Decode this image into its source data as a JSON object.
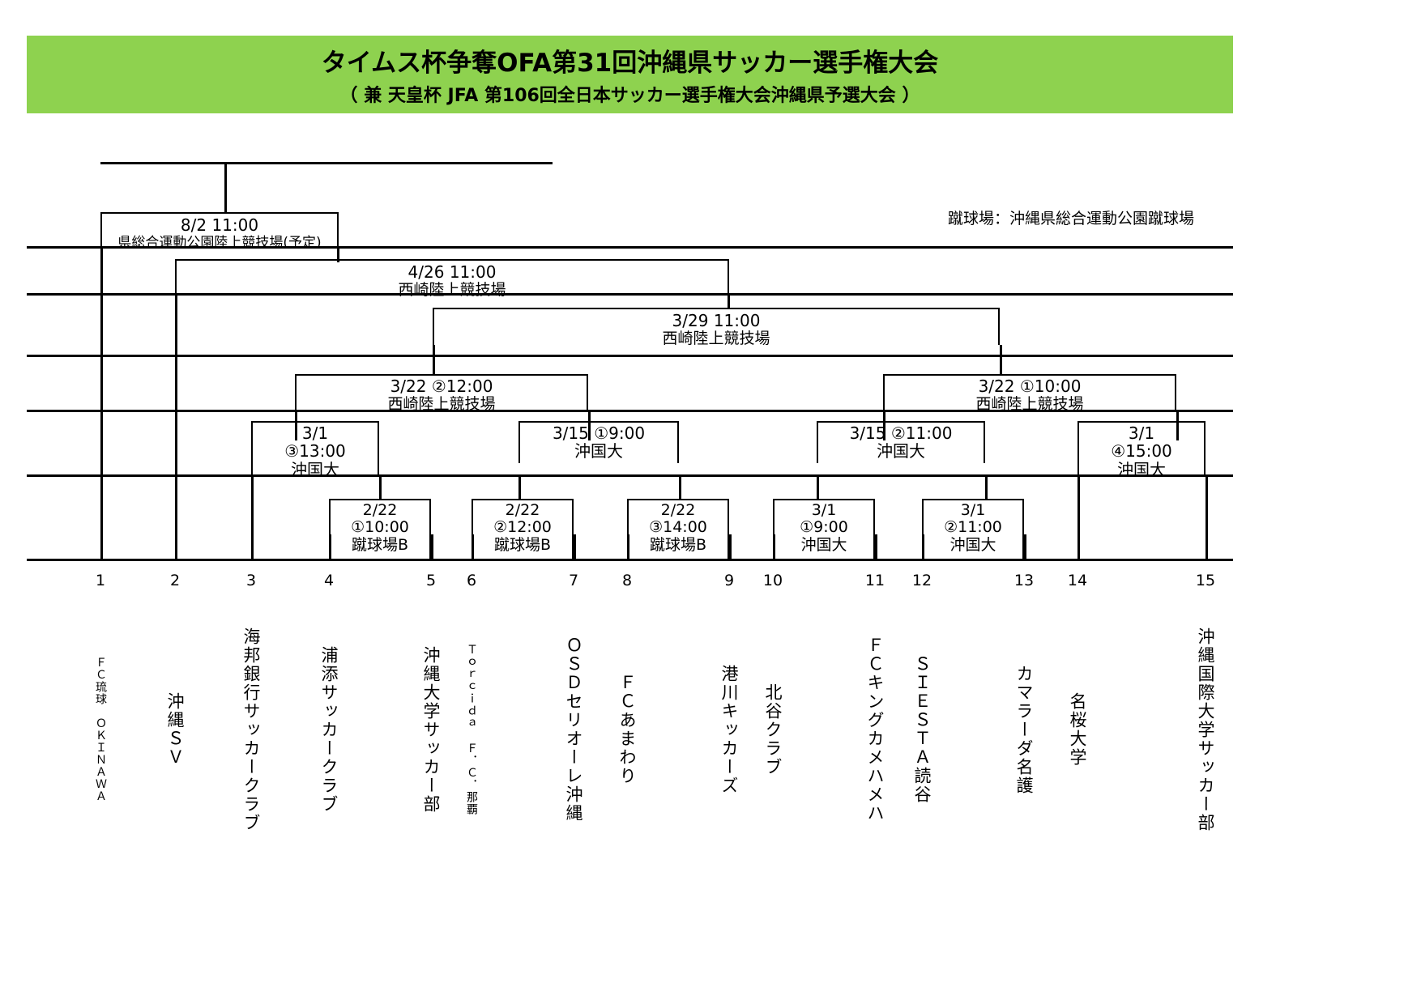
{
  "header": {
    "title": "タイムス杯争奪OFA第31回沖縄県サッカー選手権大会",
    "subtitle": "（ 兼 天皇杯 JFA 第106回全日本サッカー選手権大会沖縄県予選大会 ）",
    "banner_color": "#8ed24f"
  },
  "venue_note": "蹴球場：沖縄県総合運動公園蹴球場",
  "bracket": {
    "final": {
      "date": "8/2  11:00",
      "venue": "県総合運動公園陸上競技場(予定)"
    },
    "semifinal": {
      "date": "4/26  11:00",
      "venue": "西崎陸上競技場"
    },
    "quarter_upper": {
      "date": "3/29  11:00",
      "venue": "西崎陸上競技場"
    },
    "round16": [
      {
        "date": "3/22 ②12:00",
        "venue": "西崎陸上競技場"
      },
      {
        "date": "3/22 ①10:00",
        "venue": "西崎陸上競技場"
      }
    ],
    "round32": [
      {
        "line1": "3/1",
        "line2": "③13:00",
        "line3": "沖国大"
      },
      {
        "line1": "3/15 ①9:00",
        "line2": "沖国大",
        "line3": ""
      },
      {
        "line1": "3/15 ②11:00",
        "line2": "沖国大",
        "line3": ""
      },
      {
        "line1": "3/1",
        "line2": "④15:00",
        "line3": "沖国大"
      }
    ],
    "first_round": [
      {
        "line1": "2/22",
        "line2": "①10:00",
        "line3": "蹴球場B"
      },
      {
        "line1": "2/22",
        "line2": "②12:00",
        "line3": "蹴球場B"
      },
      {
        "line1": "2/22",
        "line2": "③14:00",
        "line3": "蹴球場B"
      },
      {
        "line1": "3/1",
        "line2": "①9:00",
        "line3": "沖国大"
      },
      {
        "line1": "3/1",
        "line2": "②11:00",
        "line3": "沖国大"
      }
    ]
  },
  "teams": [
    {
      "num": "1",
      "name": "ＦＣ琉球　ＯＫＩＮＡＷＡ"
    },
    {
      "num": "2",
      "name": "沖縄ＳＶ"
    },
    {
      "num": "3",
      "name": "海邦銀行サッカークラブ"
    },
    {
      "num": "4",
      "name": "浦添サッカークラブ"
    },
    {
      "num": "5",
      "name": "沖縄大学サッカー部"
    },
    {
      "num": "6",
      "name": "Ｔｏｒｃｉｄａ Ｆ．Ｃ．那覇"
    },
    {
      "num": "7",
      "name": "ＯＳＤセリオーレ沖縄"
    },
    {
      "num": "8",
      "name": "ＦＣあまわり"
    },
    {
      "num": "9",
      "name": "港川キッカーズ"
    },
    {
      "num": "10",
      "name": "北谷クラブ"
    },
    {
      "num": "11",
      "name": "ＦＣキングカメハメハ"
    },
    {
      "num": "12",
      "name": "ＳＩＥＳＴＡ読谷"
    },
    {
      "num": "13",
      "name": "カマラーダ名護"
    },
    {
      "num": "14",
      "name": "名桜大学"
    },
    {
      "num": "15",
      "name": "沖縄国際大学サッカー部"
    }
  ]
}
